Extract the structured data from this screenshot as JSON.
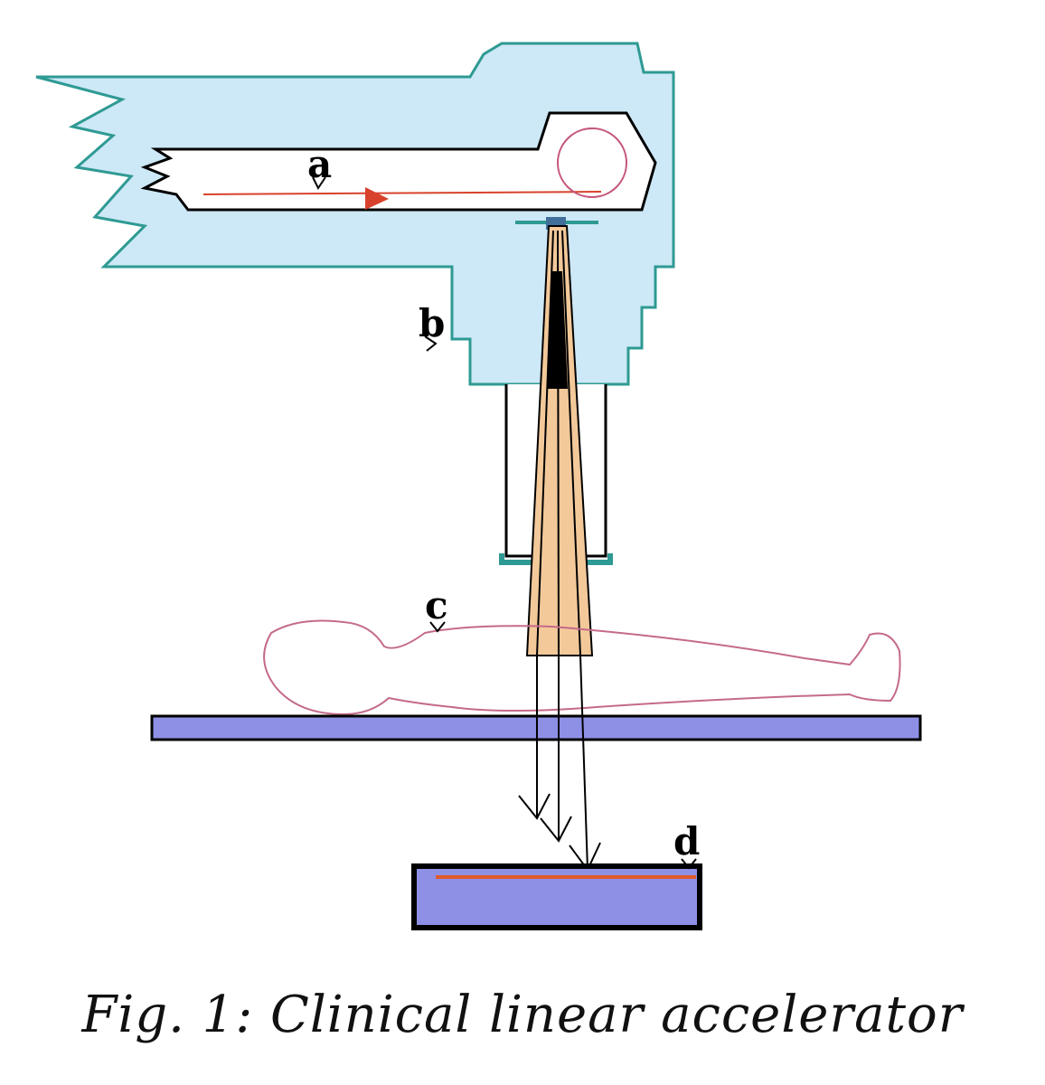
{
  "labels": {
    "a": "a",
    "b": "b",
    "c": "c",
    "d": "d"
  },
  "caption": "Fig. 1: Clinical linear accelerator",
  "colors": {
    "housing_fill": "#cde8f6",
    "housing_outline": "#2e9a93",
    "beam_path": "#d8422c",
    "beam_cone": "#f3c99a",
    "patient_outline": "#c46a8a",
    "couch": "#8e90e6",
    "detector": "#8e90e6",
    "detector_line": "#e05a2b"
  }
}
